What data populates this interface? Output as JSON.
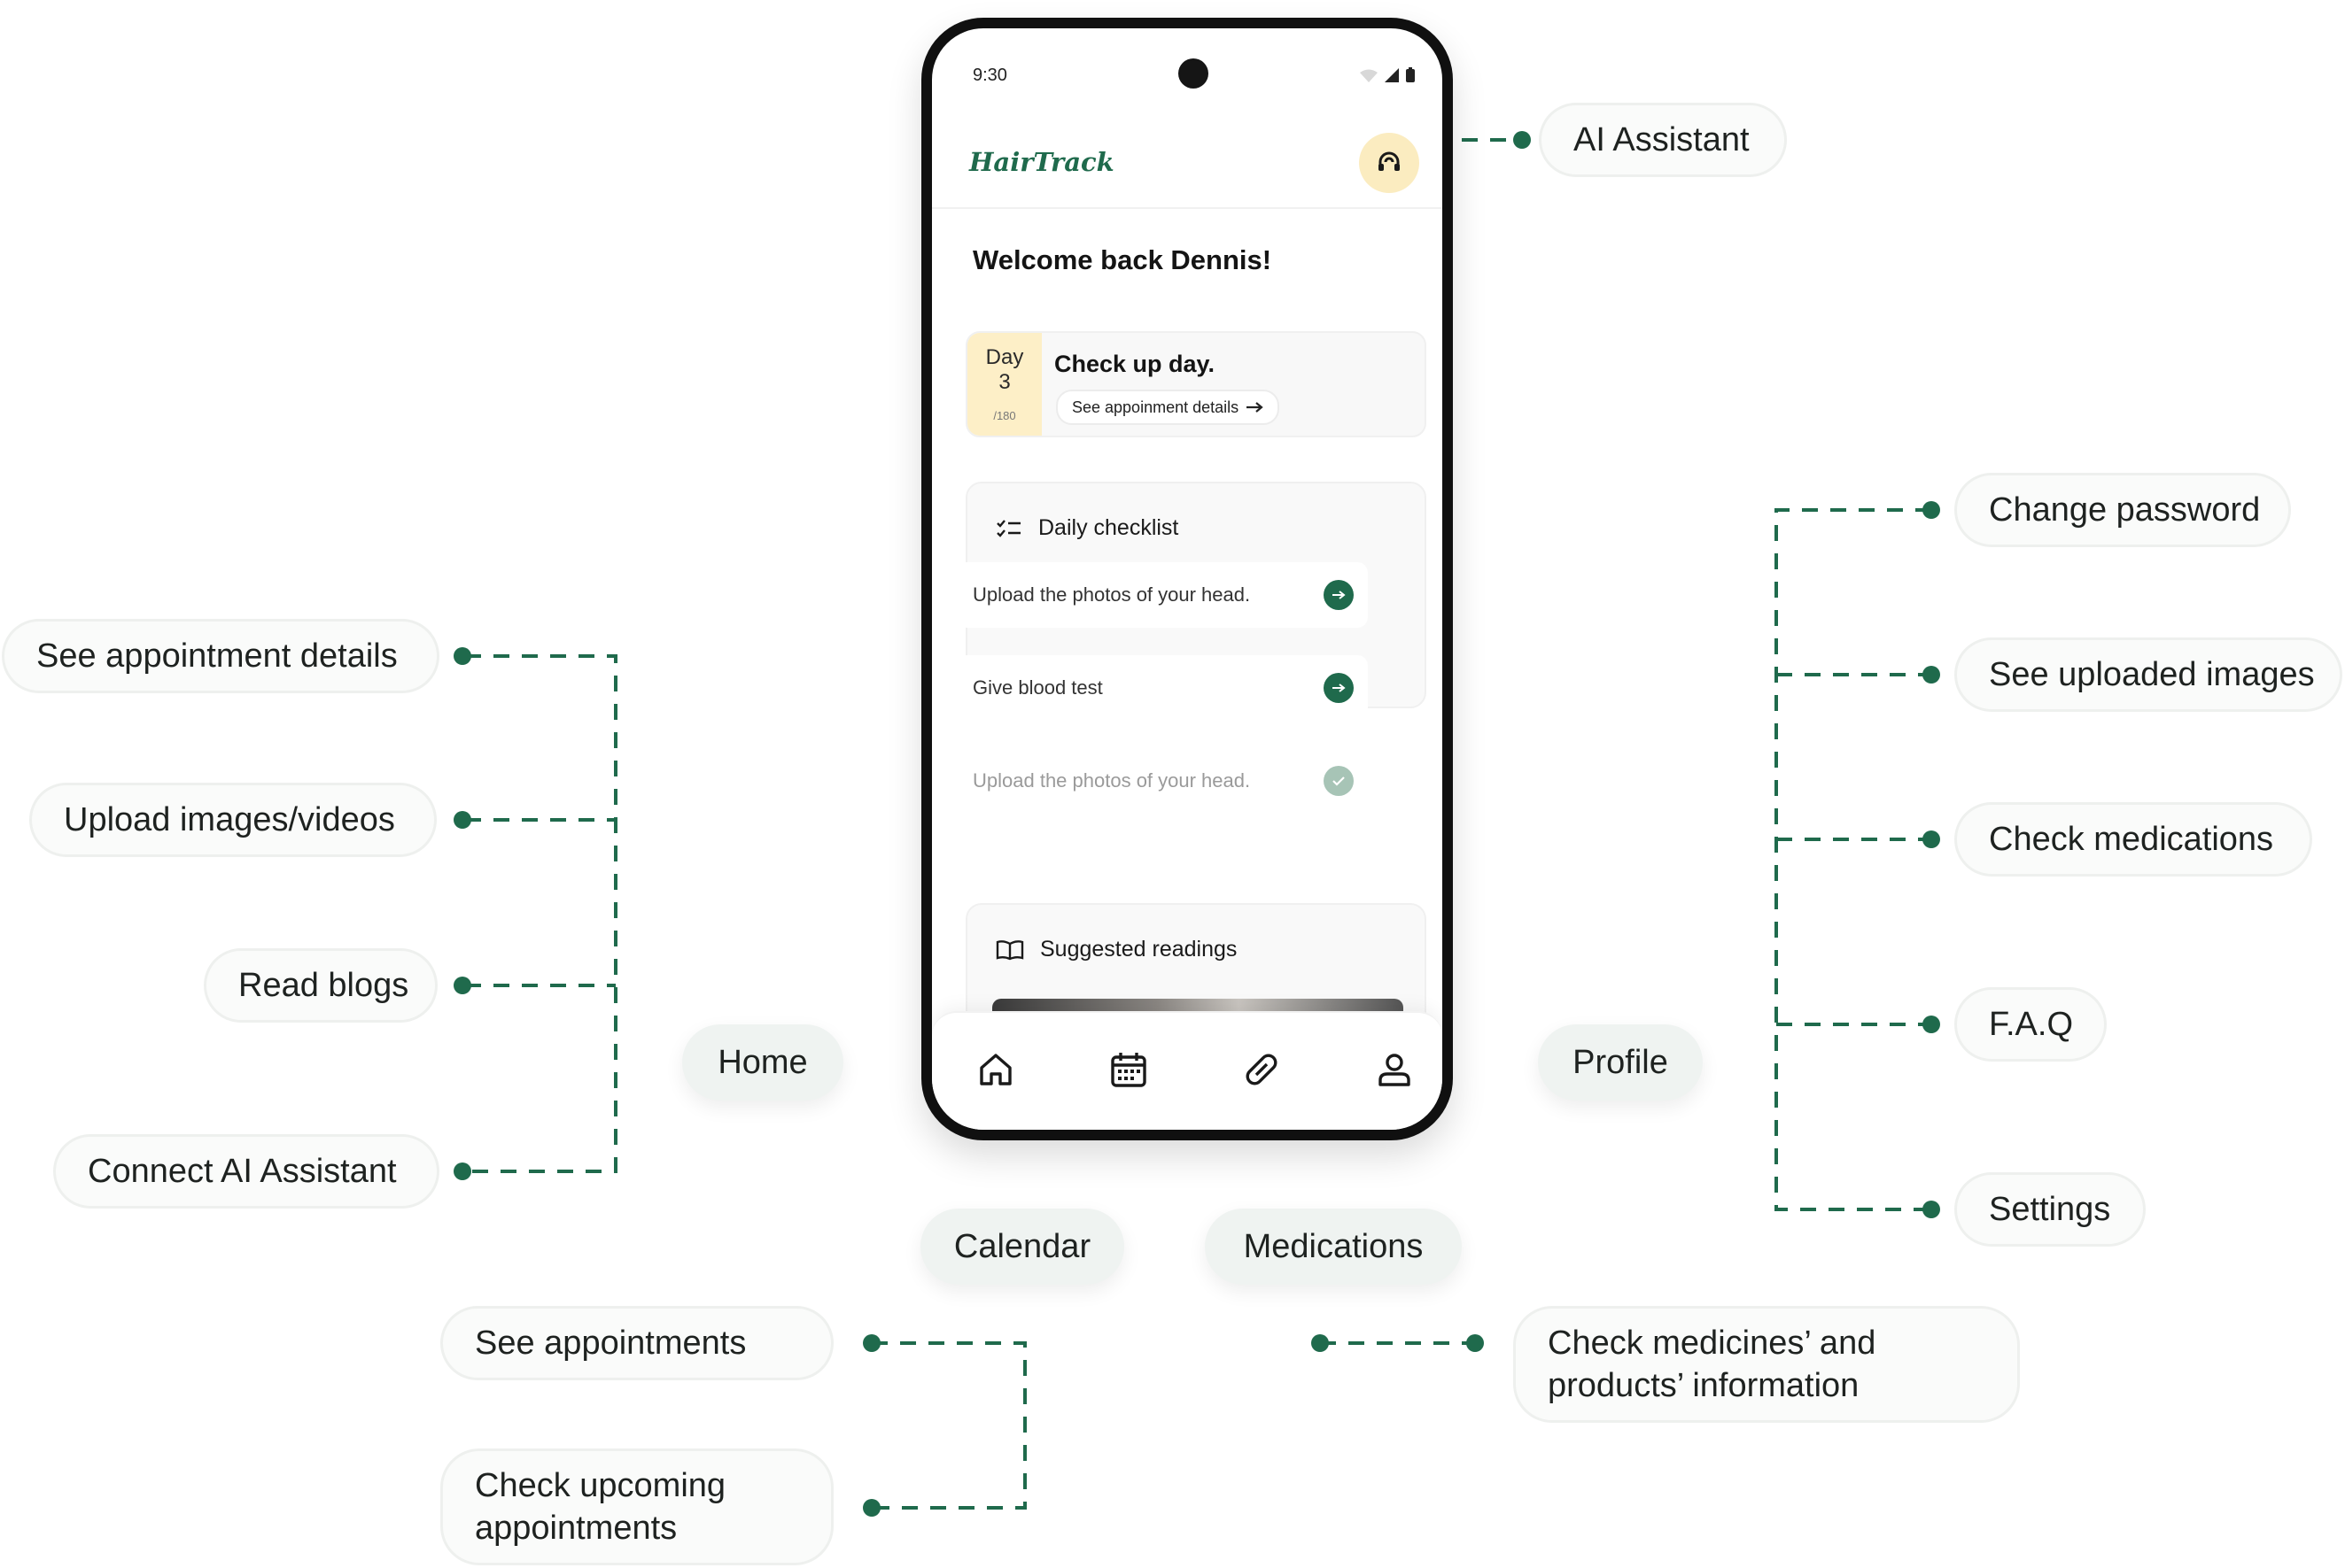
{
  "phone": {
    "status_time": "9:30",
    "logo_text": "HairTrack",
    "welcome": "Welcome back Dennis!",
    "checkup": {
      "day_label": "Day",
      "day_number": "3",
      "day_total": "/180",
      "title": "Check up day.",
      "link_label": "See appoinment details"
    },
    "checklist": {
      "title": "Daily checklist",
      "tasks": [
        {
          "label": "Upload the photos of your head.",
          "status": "pending"
        },
        {
          "label": "Give blood test",
          "status": "pending"
        },
        {
          "label": "Upload the photos of your head.",
          "status": "done"
        }
      ]
    },
    "readings": {
      "title": "Suggested readings"
    },
    "nav_icons": [
      "home-icon",
      "calendar-icon",
      "pill-icon",
      "user-icon"
    ]
  },
  "tabs": {
    "home": "Home",
    "profile": "Profile",
    "calendar": "Calendar",
    "medications": "Medications"
  },
  "features": {
    "ai_assistant": "AI Assistant",
    "home": [
      "See appointment details",
      "Upload images/videos",
      "Read blogs",
      "Connect AI Assistant"
    ],
    "profile": [
      "Change password",
      "See uploaded images",
      "Check medications",
      "F.A.Q",
      "Settings"
    ],
    "calendar": [
      "See appointments",
      "Check upcoming appointments"
    ],
    "medications": [
      "Check medicines’ and products’ information"
    ]
  },
  "colors": {
    "brand_green": "#1f6a4c",
    "day_highlight": "#fdefc7",
    "pill_bg": "#fafbfa",
    "tab_bg": "#eff3f1"
  }
}
